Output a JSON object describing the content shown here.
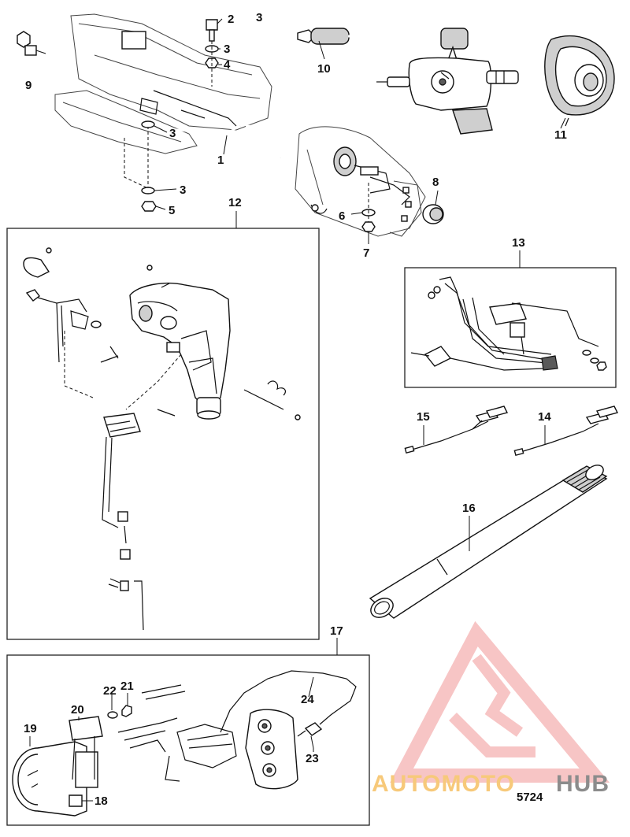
{
  "diagram": {
    "figure_number": "5724",
    "callouts": [
      "1",
      "2",
      "3",
      "3",
      "3",
      "3",
      "4",
      "5",
      "6",
      "7",
      "8",
      "9",
      "10",
      "11",
      "12",
      "13",
      "14",
      "15",
      "16",
      "17",
      "18",
      "19",
      "20",
      "21",
      "22",
      "23",
      "24"
    ]
  },
  "watermark": {
    "text_part1": "AUTOMOTO",
    "text_part2": "HUB",
    "color_primary": "#f6bcbc",
    "color_text1": "#f7c97a",
    "color_text2": "#8c8c8c"
  }
}
